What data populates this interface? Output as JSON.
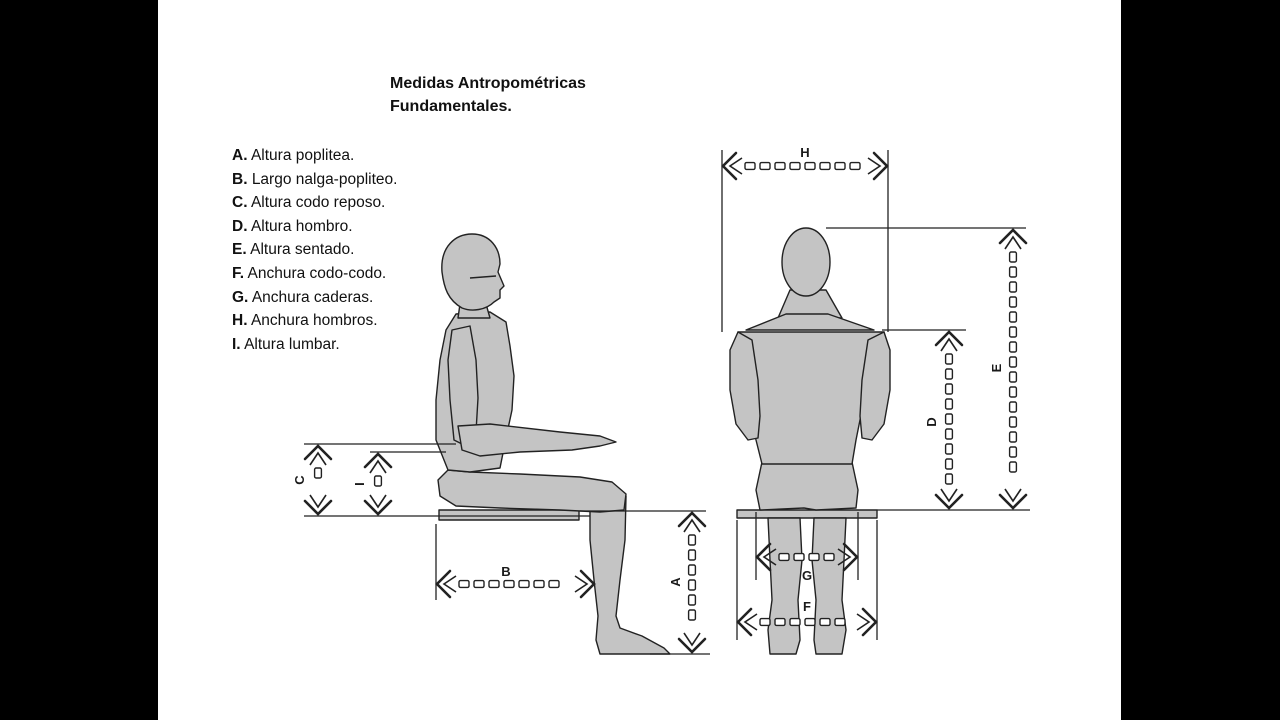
{
  "title_line1": "Medidas Antropométricas",
  "title_line2": "Fundamentales.",
  "legend": [
    {
      "key": "A.",
      "text": "Altura poplitea."
    },
    {
      "key": "B.",
      "text": "Largo nalga-popliteo."
    },
    {
      "key": "C.",
      "text": "Altura codo reposo."
    },
    {
      "key": "D.",
      "text": "Altura hombro."
    },
    {
      "key": "E.",
      "text": "Altura sentado."
    },
    {
      "key": "F.",
      "text": "Anchura codo-codo."
    },
    {
      "key": "G.",
      "text": "Anchura caderas."
    },
    {
      "key": "H.",
      "text": "Anchura hombros."
    },
    {
      "key": "I.",
      "text": "Altura lumbar."
    }
  ],
  "measure_labels": {
    "A": "A",
    "B": "B",
    "C": "C",
    "D": "D",
    "E": "E",
    "F": "F",
    "G": "G",
    "H": "H",
    "I": "I"
  },
  "colors": {
    "background": "#ffffff",
    "frame": "#000000",
    "figure_fill": "#c4c4c4",
    "line": "#222222"
  }
}
